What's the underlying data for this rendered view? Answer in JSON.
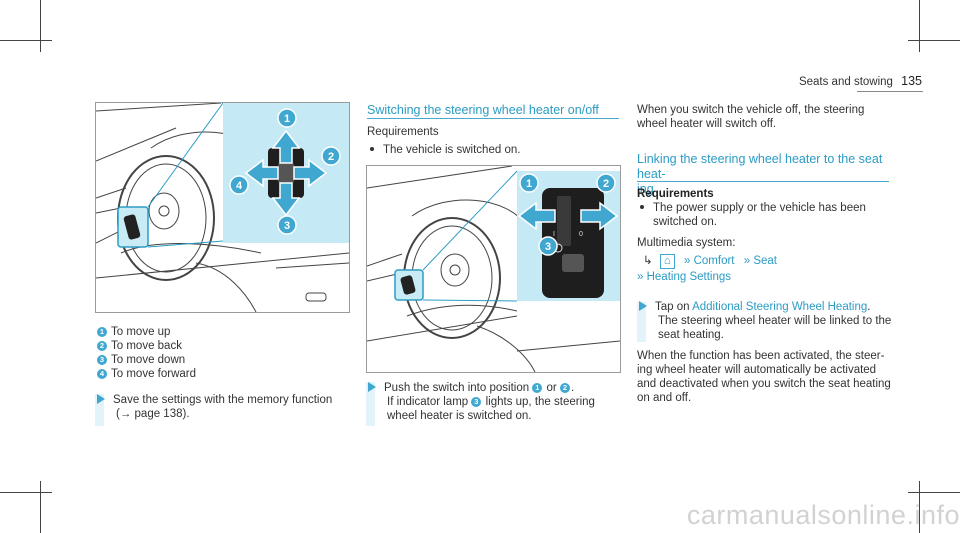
{
  "header": {
    "section": "Seats and stowing",
    "page_number": "135"
  },
  "col1": {
    "legend": [
      {
        "num": "1",
        "text": "To move up"
      },
      {
        "num": "2",
        "text": "To move back"
      },
      {
        "num": "3",
        "text": "To move down"
      },
      {
        "num": "4",
        "text": "To move forward"
      }
    ],
    "figure_labels": [
      "1",
      "2",
      "3",
      "4"
    ],
    "step": {
      "line1": "Save the settings with the memory function",
      "line2": "(→ page 138)."
    }
  },
  "col2": {
    "heading": "Switching the steering wheel heater on/off",
    "requirements_label": "Requirements",
    "requirement": "The vehicle is switched on.",
    "figure_labels": [
      "1",
      "2",
      "3"
    ],
    "switch_marks": {
      "left": "I",
      "right": "0"
    },
    "step": {
      "l1a": "Push the switch into position",
      "n1": "1",
      "or": "or",
      "n2": "2",
      "l1end": ".",
      "l2a": "If indicator lamp",
      "n3": "3",
      "l2b": "lights up, the steering",
      "l3": "wheel heater is switched on."
    }
  },
  "col3": {
    "para1": {
      "l1": "When you switch the vehicle off, the steering",
      "l2": "wheel heater will switch off."
    },
    "heading": {
      "l1": "Linking the steering wheel heater to the seat heat-",
      "l2": "ing"
    },
    "requirements_label": "Requirements",
    "req": {
      "l1": "The power supply or the vehicle has been",
      "l2": "switched on."
    },
    "multimedia": "Multimedia system:",
    "path": {
      "arrow": "↳",
      "home": "⌂",
      "sep": "»",
      "comfort": "Comfort",
      "seat": "Seat",
      "heating": "Heating Settings"
    },
    "step": {
      "tap": "Tap on",
      "link": "Additional Steering Wheel Heating",
      "end": ".",
      "l2": "The steering wheel heater will be linked to the",
      "l3": "seat heating."
    },
    "para2": {
      "l1": "When the function has been activated, the steer-",
      "l2": "ing wheel heater will automatically be activated",
      "l3": "and deactivated when you switch the seat heating",
      "l4": "on and off."
    }
  },
  "watermark": "carmanualsonline.info"
}
